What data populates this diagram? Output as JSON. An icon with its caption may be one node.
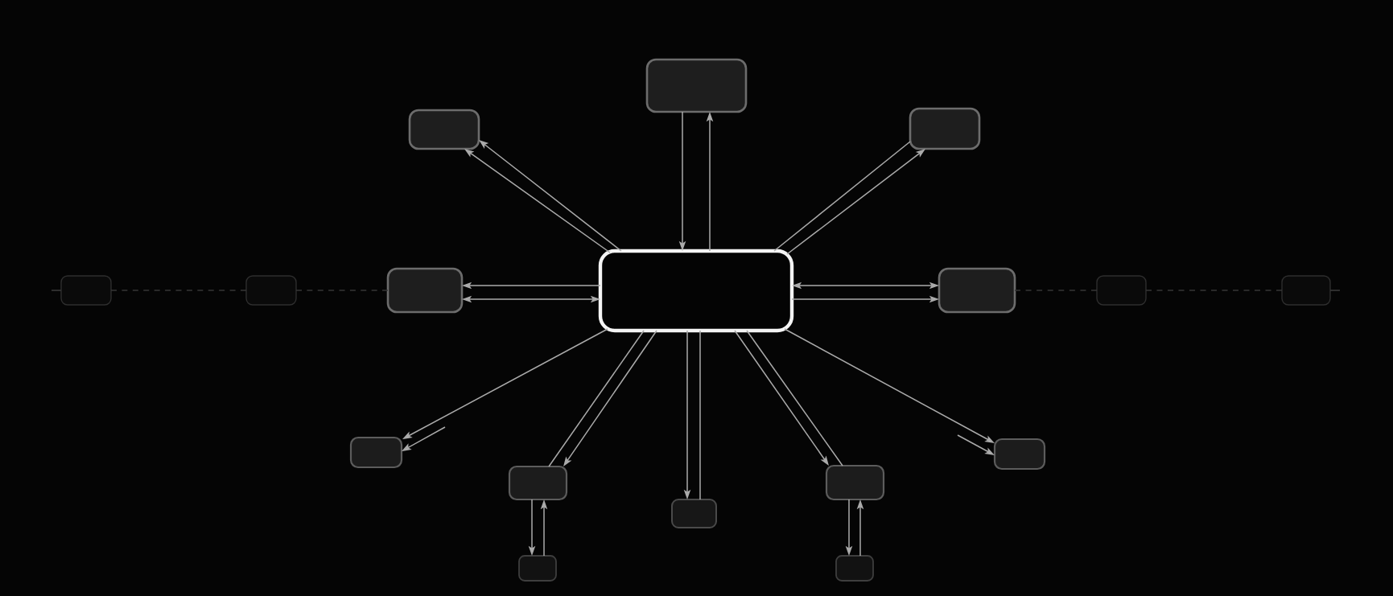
{
  "diagram": {
    "nodes": [
      {
        "text": [],
        "shape": "box"
      },
      {
        "text": [],
        "shape": "box"
      },
      {
        "text": [],
        "shape": "box"
      },
      {
        "text": [],
        "shape": "box"
      },
      {
        "text": [],
        "shape": "box"
      },
      {
        "text": [],
        "shape": "box"
      },
      {
        "text": [],
        "shape": "box"
      },
      {
        "text": [],
        "shape": "box"
      },
      {
        "text": [],
        "shape": "box"
      },
      {
        "text": [],
        "shape": "box"
      },
      {
        "text": [],
        "shape": "box"
      },
      {
        "text": [],
        "shape": "box"
      },
      {
        "text": [],
        "shape": "box"
      },
      {
        "text": [],
        "shape": "box"
      },
      {
        "text": [],
        "shape": "box"
      },
      {
        "text": [],
        "shape": "box"
      },
      {
        "text": [],
        "shape": "box"
      }
    ],
    "edges": [
      {
        "from": 6,
        "to": 1,
        "arrow": "to"
      },
      {
        "from": 6,
        "to": 1,
        "arrow": "to"
      },
      {
        "from": 0,
        "to": 6,
        "arrow": "to"
      },
      {
        "from": 6,
        "to": 0,
        "arrow": "to"
      },
      {
        "from": 6,
        "to": 2,
        "arrow": "none"
      },
      {
        "from": 6,
        "to": 2,
        "arrow": "to"
      },
      {
        "from": 6,
        "to": 5,
        "arrow": "to"
      },
      {
        "from": 5,
        "to": 6,
        "arrow": "both"
      },
      {
        "from": 6,
        "to": 7,
        "arrow": "both"
      },
      {
        "from": 6,
        "to": 7,
        "arrow": "to"
      },
      {
        "from": null,
        "to": 3,
        "arrow": "none",
        "color": "#363636"
      },
      {
        "from": 3,
        "to": 4,
        "arrow": "none",
        "style": "dashed",
        "color": "#363636"
      },
      {
        "from": 4,
        "to": 5,
        "arrow": "none",
        "style": "dashed",
        "color": "#363636"
      },
      {
        "from": 7,
        "to": 8,
        "arrow": "none",
        "style": "dashed",
        "color": "#363636"
      },
      {
        "from": 8,
        "to": 9,
        "arrow": "none",
        "style": "dashed",
        "color": "#363636"
      },
      {
        "from": 9,
        "to": null,
        "arrow": "none",
        "color": "#363636"
      },
      {
        "from": 6,
        "to": 10,
        "arrow": "to"
      },
      {
        "from": null,
        "to": 10,
        "arrow": "to"
      },
      {
        "from": 6,
        "to": 12,
        "arrow": "none"
      },
      {
        "from": 6,
        "to": 12,
        "arrow": "to"
      },
      {
        "from": 12,
        "to": 15,
        "arrow": "to"
      },
      {
        "from": 15,
        "to": 12,
        "arrow": "to"
      },
      {
        "from": 6,
        "to": 14,
        "arrow": "to"
      },
      {
        "from": 6,
        "to": 14,
        "arrow": "none"
      },
      {
        "from": 6,
        "to": 13,
        "arrow": "to"
      },
      {
        "from": 6,
        "to": 13,
        "arrow": "none"
      },
      {
        "from": 13,
        "to": 16,
        "arrow": "to"
      },
      {
        "from": 16,
        "to": 13,
        "arrow": "to"
      },
      {
        "from": 6,
        "to": 11,
        "arrow": "to"
      },
      {
        "from": null,
        "to": 11,
        "arrow": "to"
      }
    ]
  }
}
